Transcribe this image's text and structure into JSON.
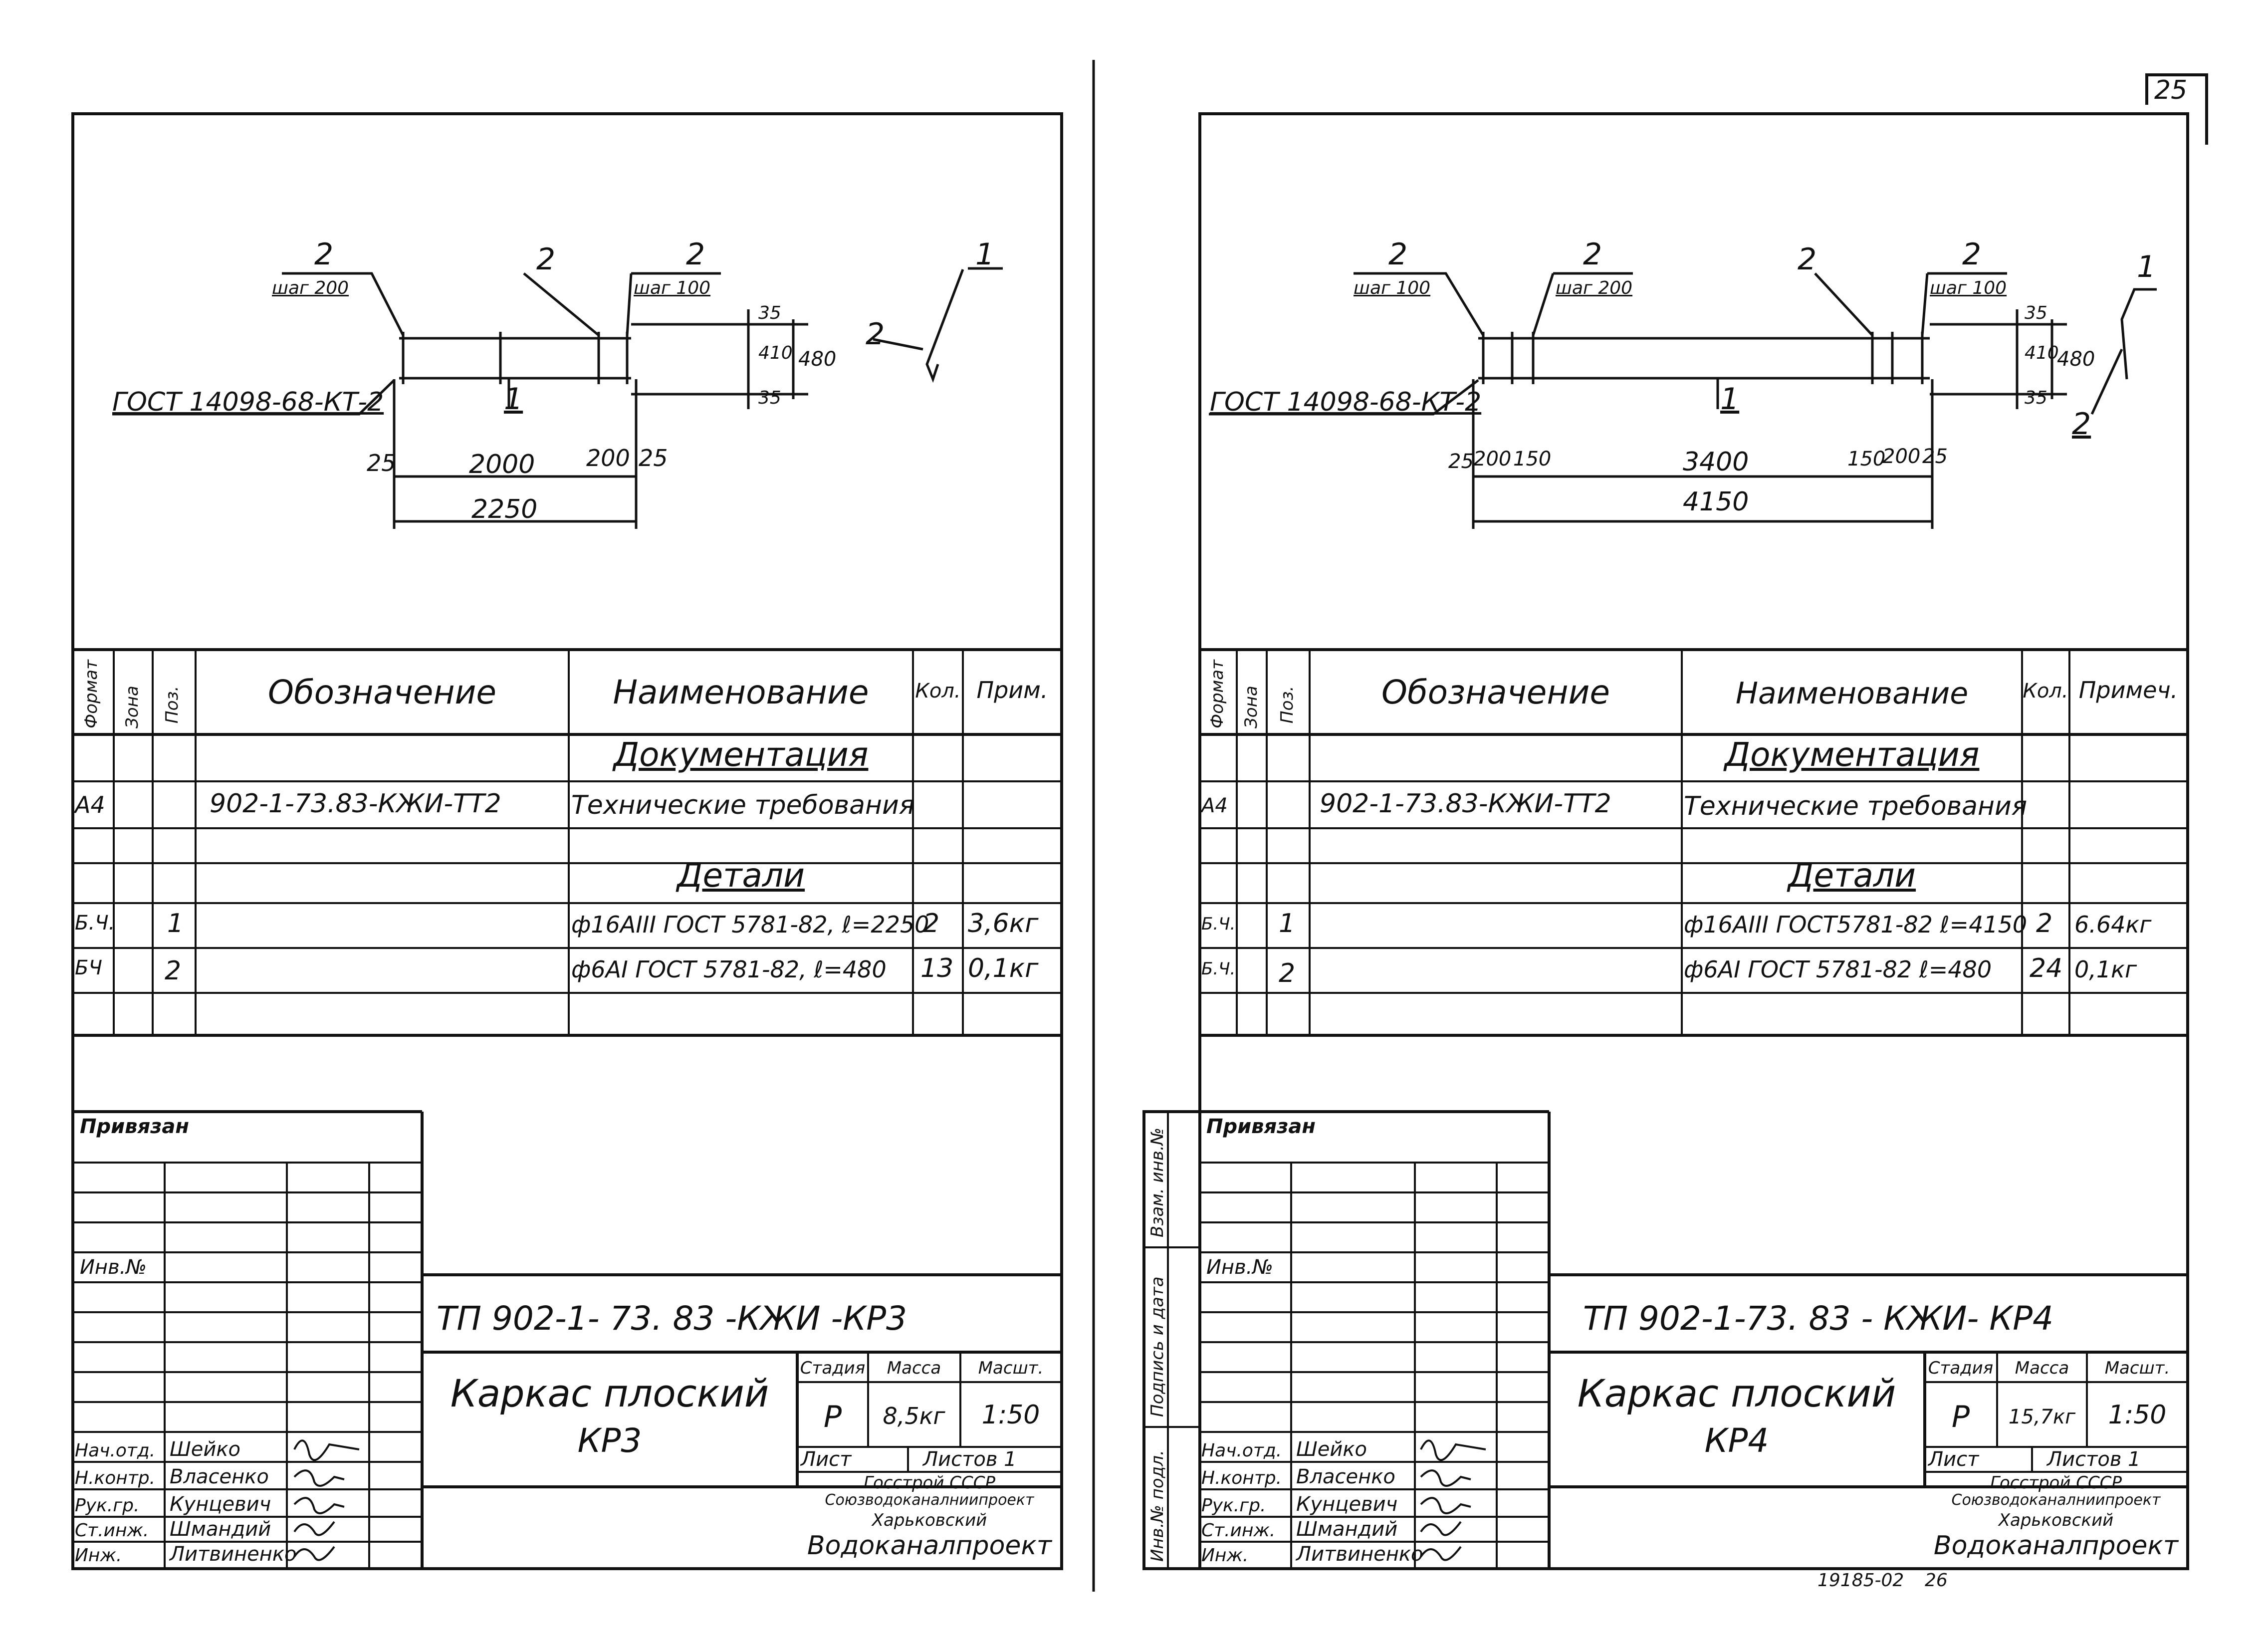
{
  "page_number": "25",
  "footer_stamp": "19185-02",
  "footer_stamp_page": "26",
  "common": {
    "header_format": "Формат",
    "header_zona": "Зона",
    "header_poz": "Поз.",
    "header_oboznachenie": "Обозначение",
    "header_naimenovanie": "Наименование",
    "header_kol": "Кол.",
    "section_doc": "Документация",
    "privyazan": "Привязан",
    "stadia": "Стадия",
    "massa": "Масса",
    "masht": "Масшт.",
    "list": "Лист",
    "stage": "Р",
    "scale": "1:50",
    "org_line1": "Госстрой СССР",
    "org_line2": "Союзводоканалниипроект",
    "org_line3": "Харьковский",
    "org_line4": "Водоканалпроект",
    "side_stamp_1": "Инв.№ подл.",
    "side_stamp_2": "Подпись и дата",
    "side_stamp_3": "Взам. инв.№",
    "title_line1": "Каркас плоский",
    "drawing_labels": {
      "mark_2": "2",
      "mark_1": "1",
      "dim_35": "35",
      "dim_410": "410",
      "dim_480": "480",
      "dim_25": "25",
      "dim_200": "200",
      "dim_150": "150",
      "gost_weld": "ГОСТ 14098-68-КТ-2"
    },
    "staff": [
      {
        "role": "Нач.отд.",
        "name": "Шейко"
      },
      {
        "role": "Н.контр.",
        "name": "Власенко"
      },
      {
        "role": "Рук.гр.",
        "name": "Кунцевич"
      },
      {
        "role": "Ст.инж.",
        "name": "Шмандий"
      },
      {
        "role": "Инж.",
        "name": "Литвиненко"
      }
    ]
  },
  "left": {
    "header_prim": "Прим.",
    "section_parts": "Детали",
    "rows": [
      {
        "format": "А4",
        "poz": "",
        "designation": "902-1-73.83-КЖИ-ТТ2",
        "name": "Технические требования",
        "qty": "",
        "note": ""
      },
      {
        "format": "Б.Ч.",
        "poz": "1",
        "designation": "",
        "name": "ф16АIII ГОСТ 5781-82, ℓ=2250",
        "qty": "2",
        "note": "3,6кг"
      },
      {
        "format": "БЧ",
        "poz": "2",
        "designation": "",
        "name": "ф6АI ГОСТ 5781-82, ℓ=480",
        "qty": "13",
        "note": "0,1кг"
      }
    ],
    "doc_code": "ТП 902-1- 73. 83    -КЖИ -КР3",
    "title_line2": "КР3",
    "mass": "8,5кг",
    "sheets": "Листов 1",
    "inv_label": "Инв.№",
    "drawing": {
      "step_left": "шаг 200",
      "step_right": "шаг 100",
      "dim_mid": "2000",
      "dim_total": "2250"
    }
  },
  "right": {
    "header_prim": "Примеч.",
    "section_parts": "Детали",
    "rows": [
      {
        "format": "А4",
        "poz": "",
        "designation": "902-1-73.83-КЖИ-ТТ2",
        "name": "Технические требования",
        "qty": "",
        "note": ""
      },
      {
        "format": "Б.Ч.",
        "poz": "1",
        "designation": "",
        "name": "ф16АIII ГОСТ5781-82 ℓ=4150",
        "qty": "2",
        "note": "6.64кг"
      },
      {
        "format": "Б.Ч.",
        "poz": "2",
        "designation": "",
        "name": "ф6АI ГОСТ 5781-82 ℓ=480",
        "qty": "24",
        "note": "0,1кг"
      }
    ],
    "doc_code": "ТП 902-1-73. 83    - КЖИ- КР4",
    "title_line2": "КР4",
    "mass": "15,7кг",
    "sheets": "Листов 1",
    "inv_label": "Инв.№",
    "drawing": {
      "step_left": "шаг 100",
      "step_mid": "шаг 200",
      "step_right": "шаг 100",
      "dim_mid": "3400",
      "dim_total": "4150"
    }
  }
}
